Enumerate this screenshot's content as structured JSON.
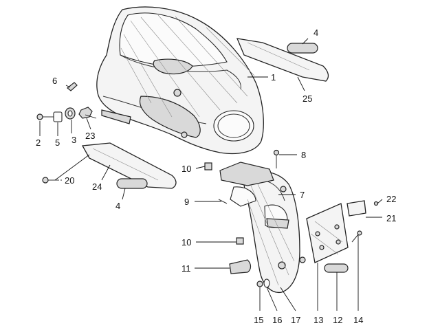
{
  "callouts": [
    {
      "id": "c1",
      "label": "1"
    },
    {
      "id": "c2",
      "label": "2"
    },
    {
      "id": "c3",
      "label": "3"
    },
    {
      "id": "c4a",
      "label": "4"
    },
    {
      "id": "c4b",
      "label": "4"
    },
    {
      "id": "c5",
      "label": "5"
    },
    {
      "id": "c6",
      "label": "6"
    },
    {
      "id": "c7",
      "label": "7"
    },
    {
      "id": "c8",
      "label": "8"
    },
    {
      "id": "c9",
      "label": "9"
    },
    {
      "id": "c10a",
      "label": "10"
    },
    {
      "id": "c10b",
      "label": "10"
    },
    {
      "id": "c11",
      "label": "11"
    },
    {
      "id": "c12",
      "label": "12"
    },
    {
      "id": "c13",
      "label": "13"
    },
    {
      "id": "c14",
      "label": "14"
    },
    {
      "id": "c15",
      "label": "15"
    },
    {
      "id": "c16",
      "label": "16"
    },
    {
      "id": "c17",
      "label": "17"
    },
    {
      "id": "c20",
      "label": "20"
    },
    {
      "id": "c21",
      "label": "21"
    },
    {
      "id": "c22",
      "label": "22"
    },
    {
      "id": "c23",
      "label": "23"
    },
    {
      "id": "c24",
      "label": "24"
    },
    {
      "id": "c25",
      "label": "25"
    }
  ]
}
